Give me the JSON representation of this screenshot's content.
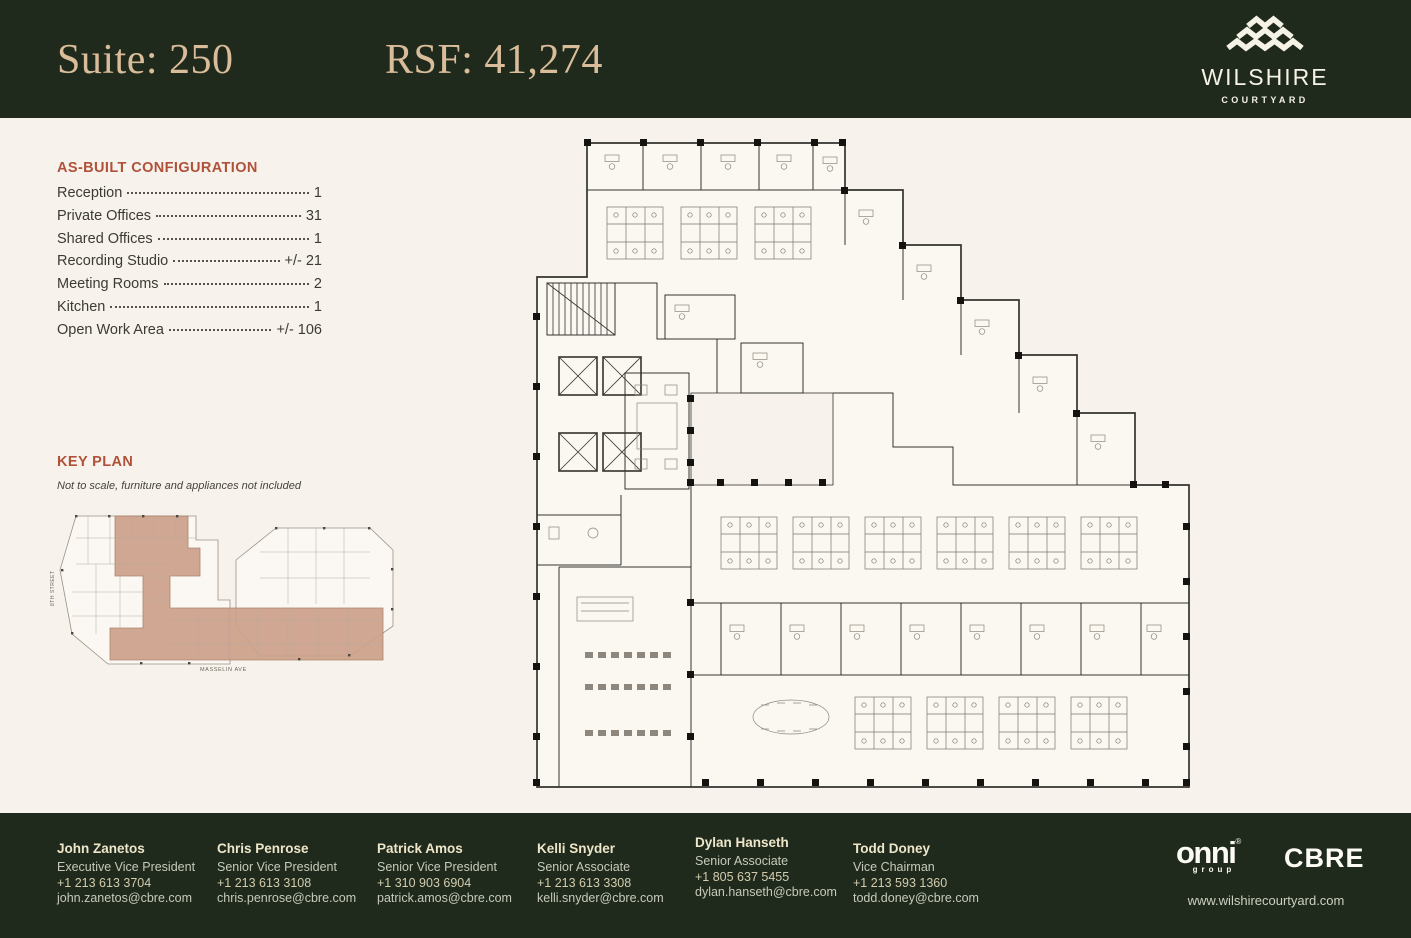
{
  "header": {
    "suite_label": "Suite: 250",
    "rsf_label": "RSF: 41,274",
    "logo_name": "WILSHIRE",
    "logo_sub": "COURTYARD",
    "logo_icon": "wave-stack-icon"
  },
  "as_built": {
    "title": "AS-BUILT CONFIGURATION",
    "items": [
      {
        "label": "Reception",
        "value": "1"
      },
      {
        "label": "Private Offices",
        "value": "31"
      },
      {
        "label": "Shared Offices",
        "value": "1"
      },
      {
        "label": "Recording Studio",
        "value": "+/- 21"
      },
      {
        "label": "Meeting Rooms",
        "value": "2"
      },
      {
        "label": "Kitchen",
        "value": "1"
      },
      {
        "label": "Open Work Area",
        "value": "+/- 106"
      }
    ]
  },
  "key_plan": {
    "title": "KEY PLAN",
    "note": "Not to scale, furniture and appliances not included",
    "street_label": "8TH STREET",
    "avenue_label": "MASSELIN AVE",
    "highlight_color": "#cda18a"
  },
  "contacts": [
    {
      "name": "John Zanetos",
      "title": "Executive Vice President",
      "phone": "+1 213 613 3704",
      "email": "john.zanetos@cbre.com"
    },
    {
      "name": "Chris Penrose",
      "title": "Senior Vice President",
      "phone": "+1 213 613 3108",
      "email": "chris.penrose@cbre.com"
    },
    {
      "name": "Patrick Amos",
      "title": "Senior Vice President",
      "phone": "+1 310 903 6904",
      "email": "patrick.amos@cbre.com"
    },
    {
      "name": "Kelli Snyder",
      "title": "Senior Associate",
      "phone": "+1 213 613 3308",
      "email": "kelli.snyder@cbre.com"
    },
    {
      "name": "Dylan Hanseth",
      "title": "Senior Associate",
      "phone": "+1 805 637 5455",
      "email": "dylan.hanseth@cbre.com"
    },
    {
      "name": "Todd Doney",
      "title": "Vice Chairman",
      "phone": "+1 213 593 1360",
      "email": "todd.doney@cbre.com"
    }
  ],
  "footer": {
    "brand_onni": "onni",
    "brand_onni_reg": "®",
    "brand_onni_sub": "group",
    "brand_cbre": "CBRE",
    "website": "www.wilshirecourtyard.com"
  },
  "colors": {
    "header_bg": "#1f2a1c",
    "page_bg": "#f7f3ec",
    "accent_rust": "#b0523a",
    "title_beige": "#d9bc99",
    "keyplan_highlight": "#cda18a"
  }
}
